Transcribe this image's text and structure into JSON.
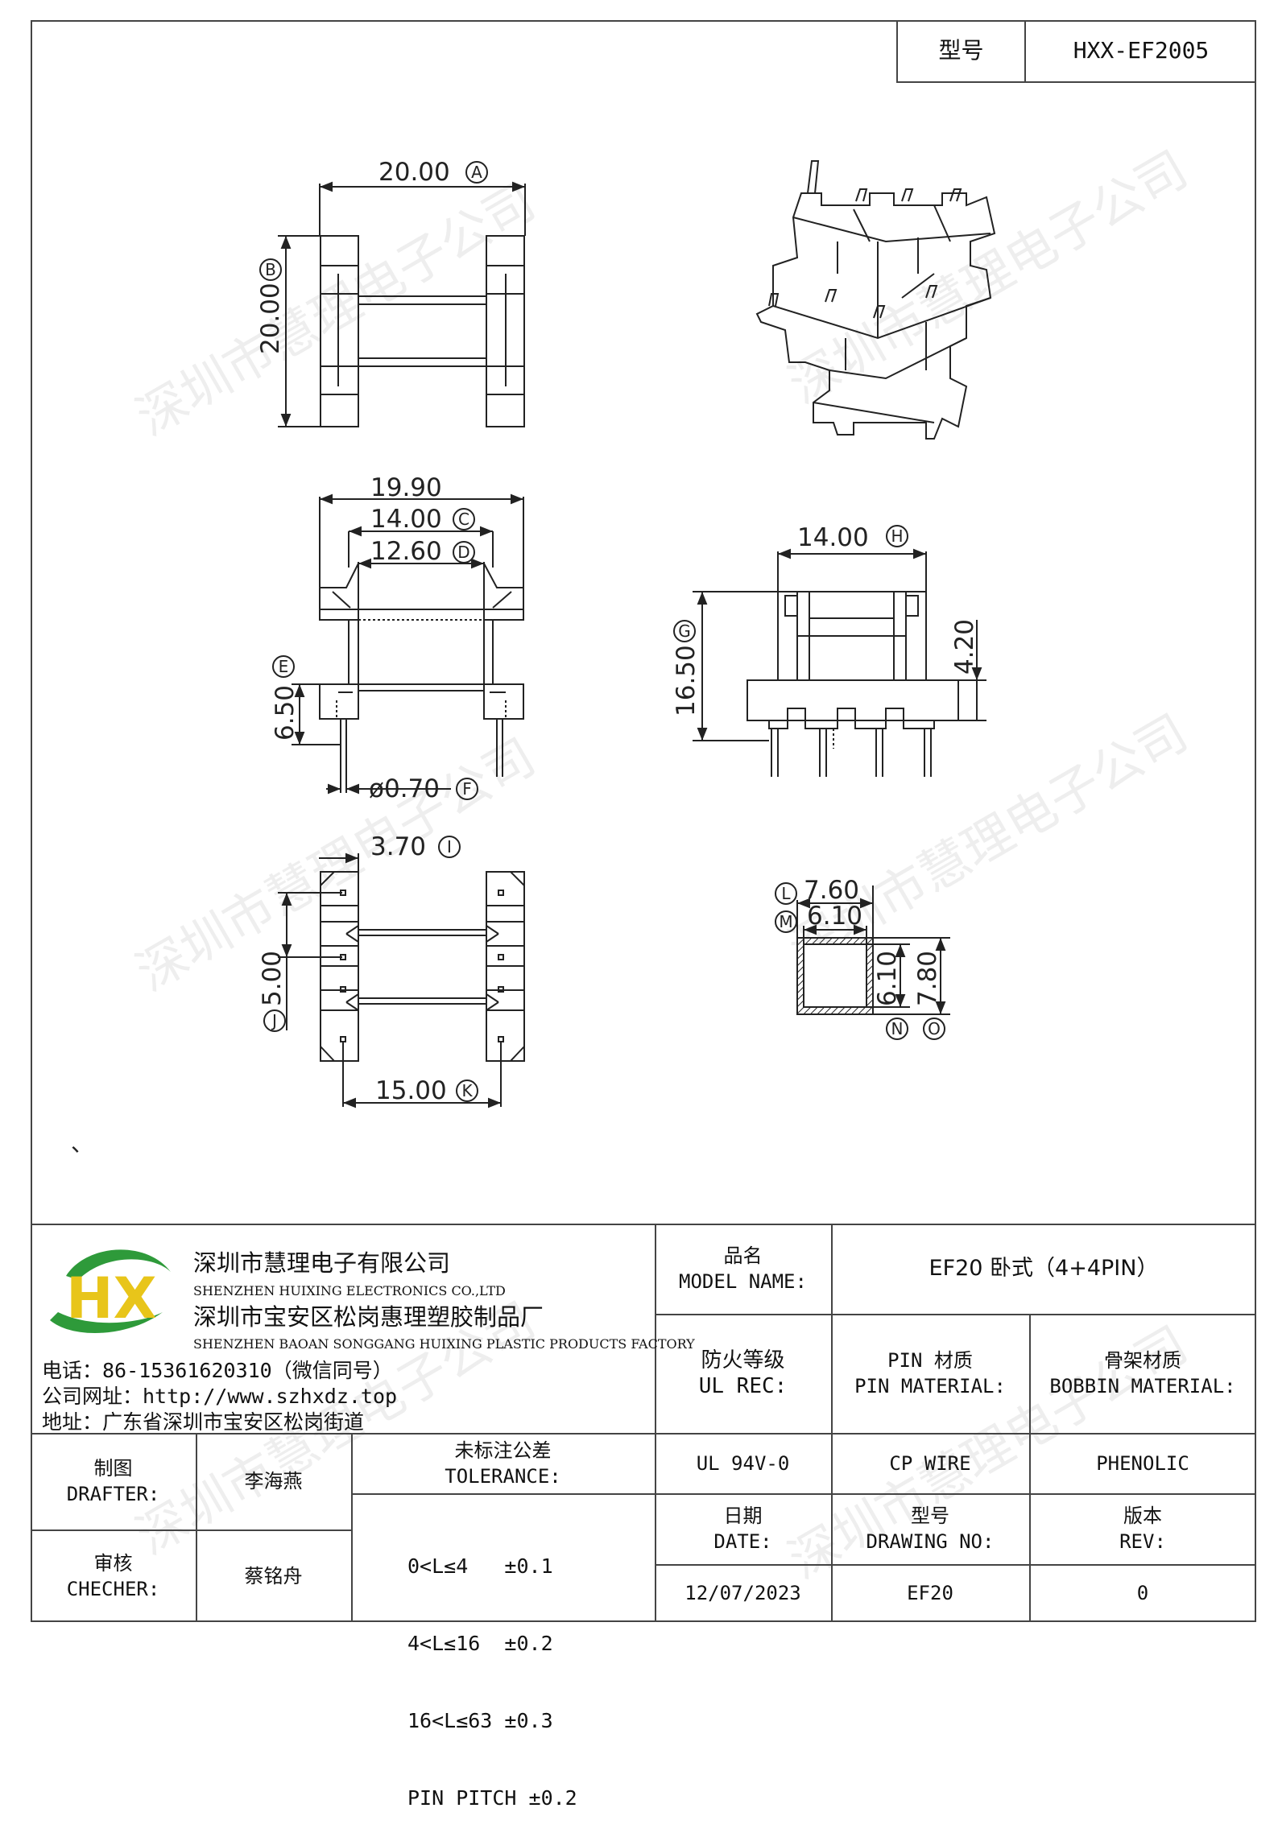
{
  "header": {
    "model_label": "型号",
    "model_value": "HXX-EF2005"
  },
  "watermark": "深圳市慧理电子公司",
  "dimensions": {
    "a": "20.00",
    "a_tag": "A",
    "b": "20.00",
    "b_tag": "B",
    "total_width": "19.90",
    "c": "14.00",
    "c_tag": "C",
    "d": "12.60",
    "d_tag": "D",
    "e": "6.50",
    "e_tag": "E",
    "f": "ø0.70",
    "f_tag": "F",
    "g": "16.50",
    "g_tag": "G",
    "h": "14.00",
    "h_tag": "H",
    "side_height": "4.20",
    "i": "3.70",
    "i_tag": "I",
    "j": "5.00",
    "j_tag": "J",
    "k": "15.00",
    "k_tag": "K",
    "l": "7.60",
    "l_tag": "L",
    "m": "6.10",
    "m_tag": "M",
    "n": "6.10",
    "n_tag": "N",
    "o": "7.80",
    "o_tag": "O"
  },
  "stray_mark": "、",
  "company": {
    "logo_text": "HX",
    "name_cn": "深圳市慧理电子有限公司",
    "name_en": "SHENZHEN HUIXING ELECTRONICS CO.,LTD",
    "factory_cn": "深圳市宝安区松岗惠理塑胶制品厂",
    "factory_en": "SHENZHEN BAOAN SONGGANG HUIXING PLASTIC PRODUCTS FACTORY",
    "phone": "电话：86-15361620310（微信同号）",
    "website": "公司网址：http://www.szhxdz.top",
    "address": "地址：广东省深圳市宝安区松岗街道"
  },
  "title_block": {
    "model_name_cn": "品名",
    "model_name_en": "MODEL NAME:",
    "model_name_value": "EF20 卧式（4+4PIN）",
    "ul_cn": "防火等级",
    "ul_en": "UL REC:",
    "pin_cn": "PIN 材质",
    "pin_en": "PIN MATERIAL:",
    "bobbin_cn": "骨架材质",
    "bobbin_en": "BOBBIN MATERIAL:",
    "ul_value": "UL 94V-0",
    "pin_value": "CP WIRE",
    "bobbin_value": "PHENOLIC",
    "drafter_cn": "制图",
    "drafter_en": "DRAFTER:",
    "drafter_name": "李海燕",
    "tolerance_cn": "未标注公差",
    "tolerance_en": "TOLERANCE:",
    "tolerance_lines": [
      "0<L≤4   ±0.1",
      "4<L≤16  ±0.2",
      "16<L≤63 ±0.3",
      "PIN PITCH ±0.2"
    ],
    "date_cn": "日期",
    "date_en": "DATE:",
    "drawing_cn": "型号",
    "drawing_en": "DRAWING NO:",
    "rev_cn": "版本",
    "rev_en": "REV:",
    "checker_cn": "审核",
    "checker_en": "CHECHER:",
    "checker_name": "蔡铭舟",
    "date_value": "12/07/2023",
    "drawing_value": "EF20",
    "rev_value": "0"
  },
  "colors": {
    "logo_green": "#2e9a3a",
    "logo_yellow": "#e8c51a",
    "line": "#444444"
  }
}
